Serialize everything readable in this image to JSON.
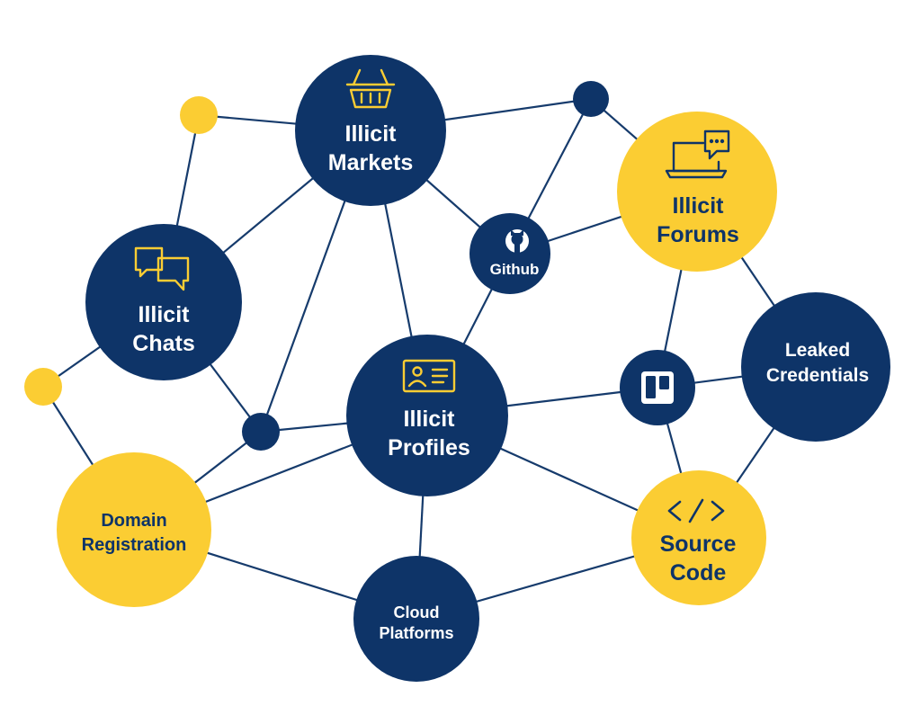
{
  "colors": {
    "navy": "#0e3468",
    "yellow": "#fbcd33",
    "line": "#163b6c",
    "background": "#ffffff"
  },
  "nodes": {
    "illicit_markets": {
      "line1": "Illicit",
      "line2": "Markets",
      "icon": "shopping-basket-icon"
    },
    "illicit_forums": {
      "line1": "Illicit",
      "line2": "Forums",
      "icon": "laptop-chat-icon"
    },
    "illicit_chats": {
      "line1": "Illicit",
      "line2": "Chats",
      "icon": "chat-bubbles-icon"
    },
    "illicit_profiles": {
      "line1": "Illicit",
      "line2": "Profiles",
      "icon": "id-card-icon"
    },
    "github": {
      "label": "Github",
      "icon": "github-icon"
    },
    "leaked_credentials": {
      "line1": "Leaked",
      "line2": "Credentials"
    },
    "domain_registration": {
      "line1": "Domain",
      "line2": "Registration"
    },
    "source_code": {
      "line1": "Source",
      "line2": "Code",
      "icon": "code-brackets-icon"
    },
    "cloud_platforms": {
      "line1": "Cloud",
      "line2": "Platforms"
    },
    "trello": {
      "icon": "trello-icon"
    }
  }
}
